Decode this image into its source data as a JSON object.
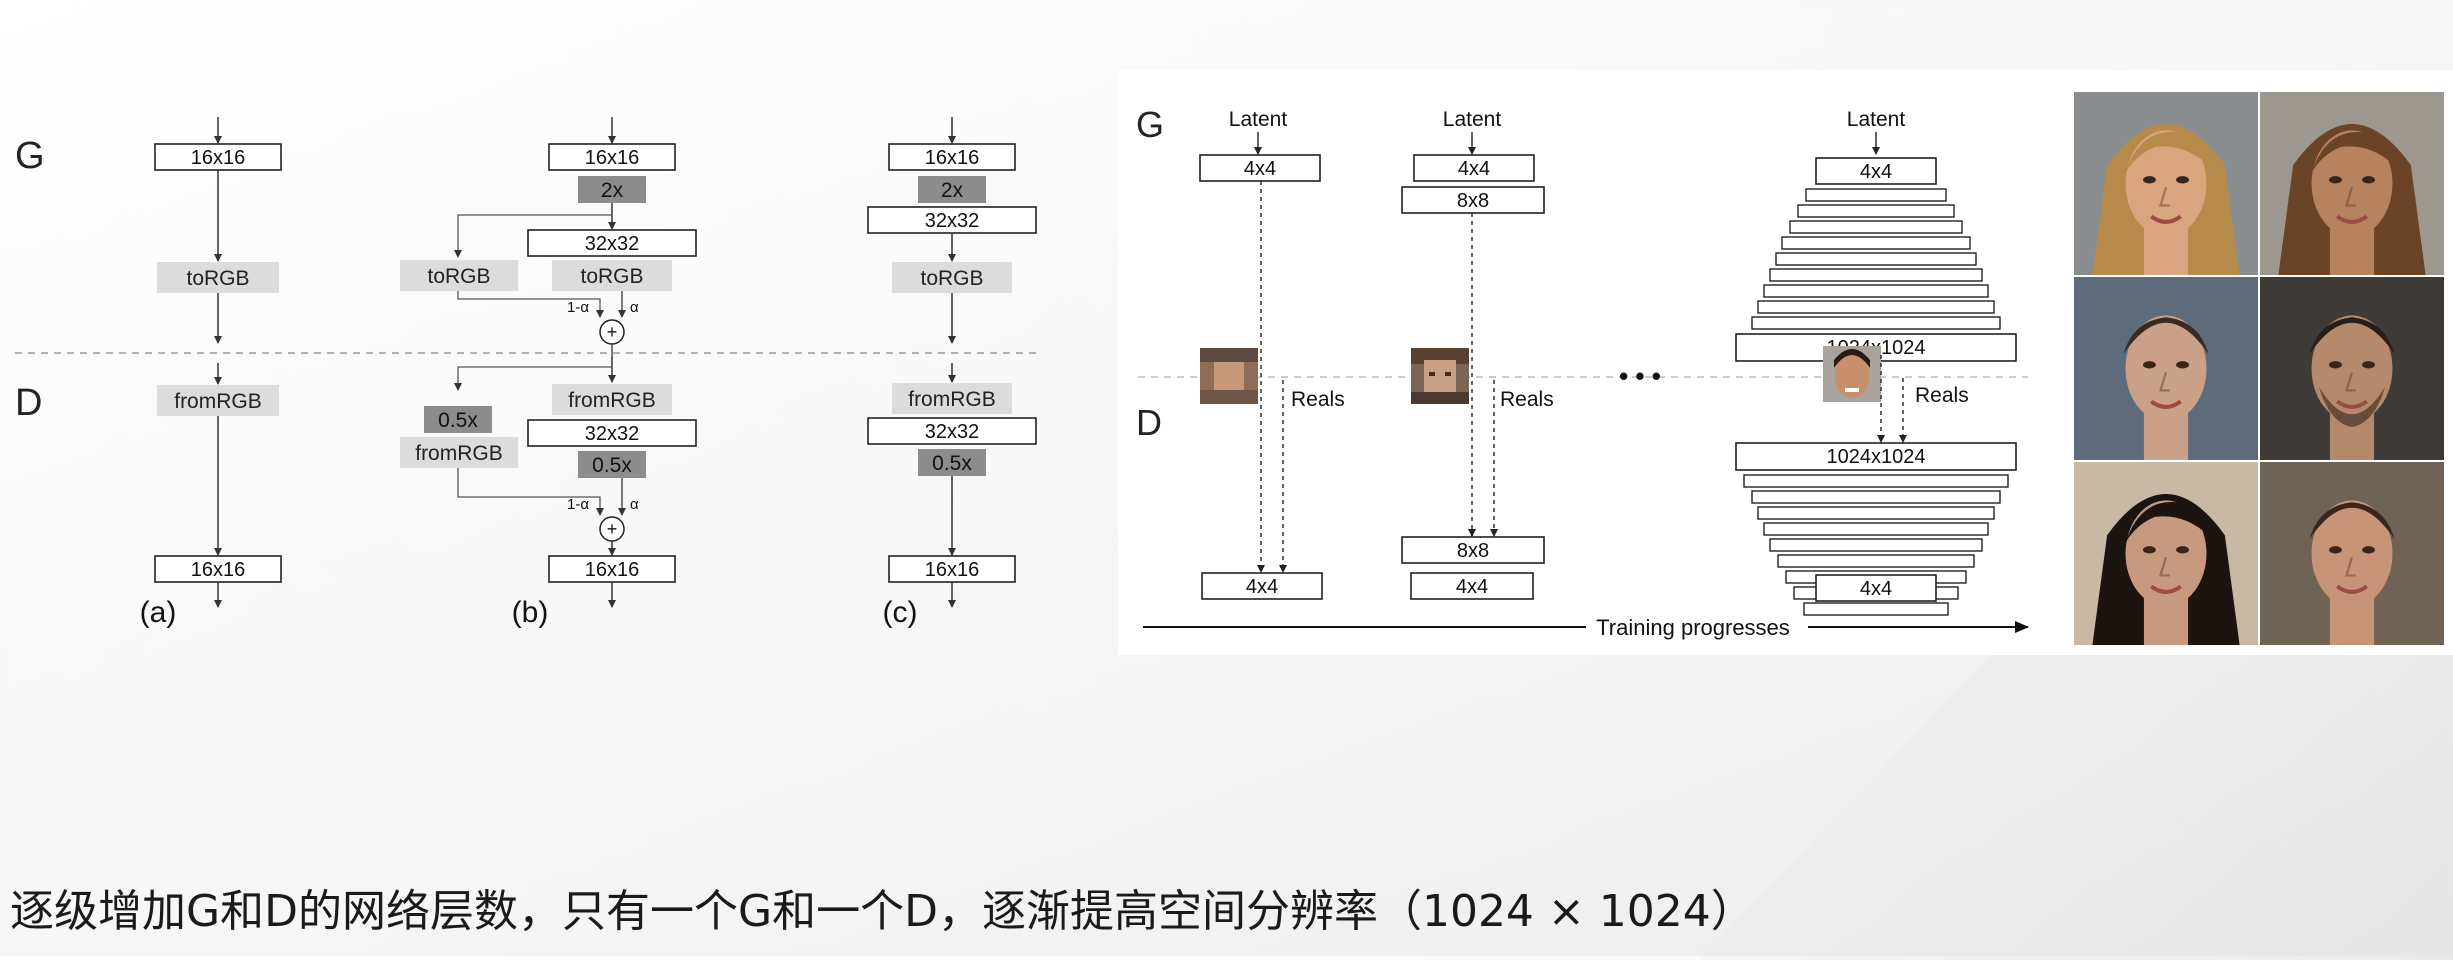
{
  "left_diagram": {
    "row_labels": {
      "generator": "G",
      "discriminator": "D"
    },
    "panel_labels": [
      "(a)",
      "(b)",
      "(c)"
    ],
    "blocks": {
      "res16": "16x16",
      "res32": "32x32",
      "upsample": "2x",
      "downsample": "0.5x",
      "to_rgb": "toRGB",
      "from_rgb": "fromRGB",
      "one_minus_alpha": "1-α",
      "alpha": "α",
      "plus": "+"
    }
  },
  "progressive_diagram": {
    "row_labels": {
      "generator": "G",
      "discriminator": "D"
    },
    "latent_label": "Latent",
    "reals_label": "Reals",
    "ellipsis": "• • •",
    "blocks": {
      "res4": "4x4",
      "res8": "8x8",
      "res1024": "1024x1024"
    },
    "axis_label": "Training progresses"
  },
  "face_samples": {
    "count": 6,
    "tones": [
      "#d9a57f",
      "#b7835f",
      "#caa088",
      "#b58a6c",
      "#c79a80",
      "#c89478"
    ],
    "hair": [
      "#b58a4a",
      "#6b4326",
      "#3b2a20",
      "#2a1d16",
      "#1b1410",
      "#3a261a"
    ],
    "backgrounds": [
      "#8a8d8f",
      "#9c9890",
      "#5e6b7a",
      "#3d3a38",
      "#c9b9a4",
      "#6f6355"
    ]
  },
  "caption": "逐级增加G和D的网络层数，只有一个G和一个D，逐渐提高空间分辨率（1024 × 1024）"
}
